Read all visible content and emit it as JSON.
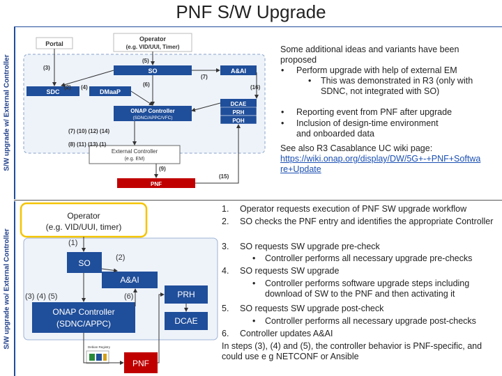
{
  "title": "PNF S/W Upgrade",
  "section_labels": {
    "top": "S/W upgrade w/ External Controller",
    "bottom": "S/W upgrade wo/ External Controller"
  },
  "diagram_top": {
    "portal": "Portal",
    "operator_line1": "Operator",
    "operator_line2": "(e.g. VID/UUI, Timer)",
    "so": "SO",
    "aai": "A&AI",
    "sdc": "SDC",
    "dmaap": "DMaaP",
    "dcae": "DCAE",
    "prh": "PRH",
    "poh": "POH",
    "onap_controller": "ONAP Controller",
    "onap_controller_sub": "(SDNC/APPC/VFC)",
    "external_controller": "External Controller",
    "external_controller_sub": "(e.g. EM)",
    "pnf": "PNF",
    "labels": {
      "l3": "(3)",
      "l5": "(5)",
      "l2": "(2)",
      "l4": "(4)",
      "l6": "(6)",
      "l7": "(7)",
      "l16": "(16)",
      "l7_14": "(7) (10) (12) (14)",
      "l8_13": "(8) (11) (13) (1)",
      "l9": "(9)",
      "l15": "(15)"
    }
  },
  "notes_top": {
    "intro": "Some additional ideas and variants have been proposed",
    "bullet1": "Perform upgrade with help of external EM",
    "sub1": "This was demonstrated in R3 (only with SDNC, not integrated with SO)",
    "bullet2": "Reporting event from PNF after upgrade",
    "bullet3": "Inclusion of design-time environment and onboarded data",
    "see_also": "See also R3 Casablance UC wiki page:",
    "link": "https://wiki.onap.org/display/DW/5G+-+PNF+Software+Update"
  },
  "diagram_bottom": {
    "operator_line1": "Operator",
    "operator_line2": "(e.g. VID/UUI, timer)",
    "l1": "(1)",
    "l2": "(2)",
    "so": "SO",
    "aai": "A&AI",
    "l345": "(3)   (4)   (5)",
    "l6": "(6)",
    "onap_controller_line1": "ONAP Controller",
    "onap_controller_line2": "(SDNC/APPC)",
    "prh": "PRH",
    "dcae": "DCAE",
    "pnf": "PNF",
    "tiny_label": "Debian Registry"
  },
  "steps": [
    {
      "num": "1.",
      "text": "Operator requests execution of PNF SW upgrade workflow"
    },
    {
      "num": "2.",
      "text": "SO checks the PNF entry and identifies the appropriate Controller"
    },
    {
      "num": "3.",
      "text": "SO requests SW upgrade pre-check"
    },
    {
      "sub": "Controller performs all necessary upgrade pre-checks"
    },
    {
      "num": "4.",
      "text": "SO requests SW upgrade"
    },
    {
      "sub": "Controller performs software upgrade steps including download of SW to the PNF and then activating it"
    },
    {
      "num": "5.",
      "text": "SO requests SW upgrade post-check"
    },
    {
      "sub": "Controller performs all necessary upgrade post-checks"
    },
    {
      "num": "6.",
      "text": "Controller updates A&AI"
    },
    {
      "plain": "In steps (3), (4) and (5), the controller behavior is PNF-specific, and could use e g NETCONF or Ansible"
    }
  ],
  "colors": {
    "accent_blue": "#1f4e9a",
    "pnf_red": "#c00000",
    "operator_yellow": "#f5c400"
  }
}
